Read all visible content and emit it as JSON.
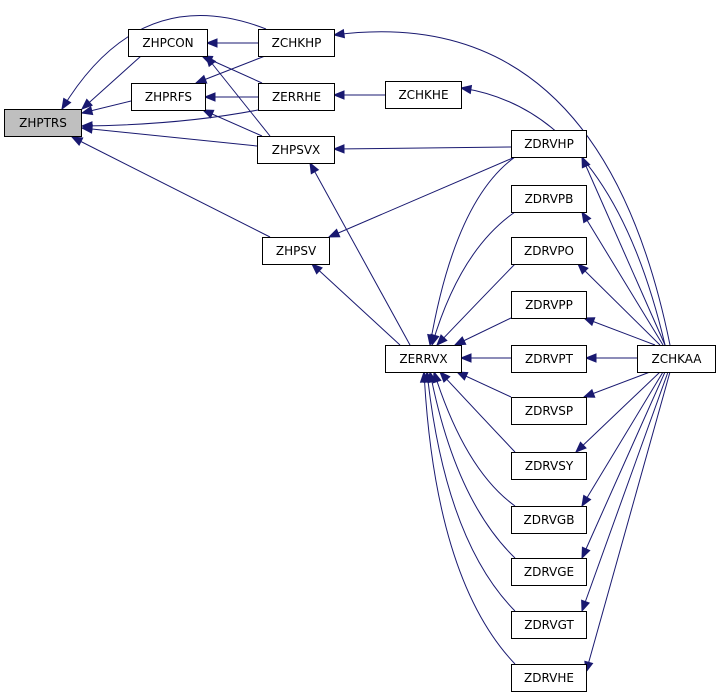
{
  "graph": {
    "colors": {
      "edge": "#191970",
      "node_fill": "#ffffff",
      "root_fill": "#bfbfbf",
      "border": "#000000"
    },
    "nodes": [
      {
        "id": "ZHPTRS",
        "label": "ZHPTRS",
        "root": true
      },
      {
        "id": "ZHPCON",
        "label": "ZHPCON"
      },
      {
        "id": "ZHPRFS",
        "label": "ZHPRFS"
      },
      {
        "id": "ZCHKHP",
        "label": "ZCHKHP"
      },
      {
        "id": "ZERRHE",
        "label": "ZERRHE"
      },
      {
        "id": "ZHPSVX",
        "label": "ZHPSVX"
      },
      {
        "id": "ZHPSV",
        "label": "ZHPSV"
      },
      {
        "id": "ZCHKHE",
        "label": "ZCHKHE"
      },
      {
        "id": "ZERRVX",
        "label": "ZERRVX"
      },
      {
        "id": "ZDRVHP",
        "label": "ZDRVHP"
      },
      {
        "id": "ZDRVPB",
        "label": "ZDRVPB"
      },
      {
        "id": "ZDRVPO",
        "label": "ZDRVPO"
      },
      {
        "id": "ZDRVPP",
        "label": "ZDRVPP"
      },
      {
        "id": "ZDRVPT",
        "label": "ZDRVPT"
      },
      {
        "id": "ZDRVSP",
        "label": "ZDRVSP"
      },
      {
        "id": "ZDRVSY",
        "label": "ZDRVSY"
      },
      {
        "id": "ZDRVGB",
        "label": "ZDRVGB"
      },
      {
        "id": "ZDRVGE",
        "label": "ZDRVGE"
      },
      {
        "id": "ZDRVGT",
        "label": "ZDRVGT"
      },
      {
        "id": "ZDRVHE",
        "label": "ZDRVHE"
      },
      {
        "id": "ZCHKAA",
        "label": "ZCHKAA"
      }
    ],
    "edges": [
      {
        "from": "ZHPCON",
        "to": "ZHPTRS"
      },
      {
        "from": "ZCHKHP",
        "to": "ZHPTRS"
      },
      {
        "from": "ZHPRFS",
        "to": "ZHPTRS"
      },
      {
        "from": "ZERRHE",
        "to": "ZHPTRS"
      },
      {
        "from": "ZHPSVX",
        "to": "ZHPTRS"
      },
      {
        "from": "ZHPSV",
        "to": "ZHPTRS"
      },
      {
        "from": "ZCHKHP",
        "to": "ZHPCON"
      },
      {
        "from": "ZERRHE",
        "to": "ZHPCON"
      },
      {
        "from": "ZHPSVX",
        "to": "ZHPCON"
      },
      {
        "from": "ZCHKHP",
        "to": "ZHPRFS"
      },
      {
        "from": "ZERRHE",
        "to": "ZHPRFS"
      },
      {
        "from": "ZHPSVX",
        "to": "ZHPRFS"
      },
      {
        "from": "ZCHKAA",
        "to": "ZCHKHP"
      },
      {
        "from": "ZCHKHE",
        "to": "ZERRHE"
      },
      {
        "from": "ZCHKAA",
        "to": "ZCHKHE"
      },
      {
        "from": "ZDRVHP",
        "to": "ZHPSVX"
      },
      {
        "from": "ZERRVX",
        "to": "ZHPSVX"
      },
      {
        "from": "ZDRVHP",
        "to": "ZHPSV"
      },
      {
        "from": "ZERRVX",
        "to": "ZHPSV"
      },
      {
        "from": "ZCHKAA",
        "to": "ZDRVHP"
      },
      {
        "from": "ZCHKAA",
        "to": "ZDRVPB"
      },
      {
        "from": "ZCHKAA",
        "to": "ZDRVPO"
      },
      {
        "from": "ZCHKAA",
        "to": "ZDRVPP"
      },
      {
        "from": "ZCHKAA",
        "to": "ZDRVPT"
      },
      {
        "from": "ZCHKAA",
        "to": "ZDRVSP"
      },
      {
        "from": "ZCHKAA",
        "to": "ZDRVSY"
      },
      {
        "from": "ZCHKAA",
        "to": "ZDRVGB"
      },
      {
        "from": "ZCHKAA",
        "to": "ZDRVGE"
      },
      {
        "from": "ZCHKAA",
        "to": "ZDRVGT"
      },
      {
        "from": "ZCHKAA",
        "to": "ZDRVHE"
      },
      {
        "from": "ZDRVHP",
        "to": "ZERRVX"
      },
      {
        "from": "ZDRVPB",
        "to": "ZERRVX"
      },
      {
        "from": "ZDRVPO",
        "to": "ZERRVX"
      },
      {
        "from": "ZDRVPP",
        "to": "ZERRVX"
      },
      {
        "from": "ZDRVPT",
        "to": "ZERRVX"
      },
      {
        "from": "ZDRVSP",
        "to": "ZERRVX"
      },
      {
        "from": "ZDRVSY",
        "to": "ZERRVX"
      },
      {
        "from": "ZDRVGB",
        "to": "ZERRVX"
      },
      {
        "from": "ZDRVGE",
        "to": "ZERRVX"
      },
      {
        "from": "ZDRVGT",
        "to": "ZERRVX"
      },
      {
        "from": "ZDRVHE",
        "to": "ZERRVX"
      }
    ]
  }
}
